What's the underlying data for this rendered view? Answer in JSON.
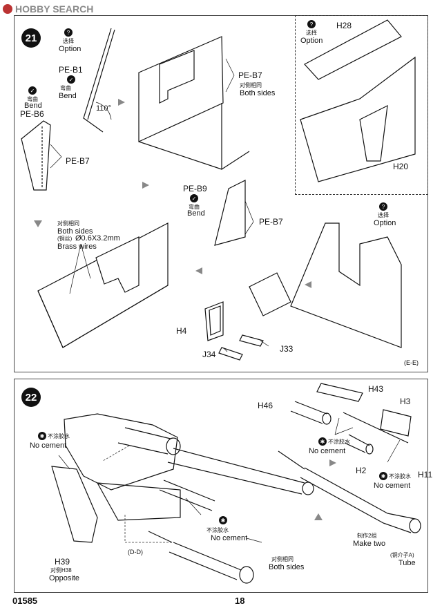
{
  "header": {
    "brand": "HOBBY SEARCH"
  },
  "steps": [
    {
      "number": "21",
      "labels": {
        "option_zh_1": "选择",
        "option_1": "Option",
        "pe_b1": "PE-B1",
        "bend_zh_1": "弯曲",
        "bend_1": "Bend",
        "angle": "110°",
        "bend_zh_2": "弯曲",
        "bend_2": "Bend",
        "pe_b6": "PE-B6",
        "pe_b7_a": "PE-B7",
        "pe_b7_b": "PE-B7",
        "both_zh_1": "对侧相同",
        "both_1": "Both sides",
        "h28": "H28",
        "option_zh_2": "选择",
        "option_2": "Option",
        "h20": "H20",
        "pe_b9": "PE-B9",
        "bend_zh_3": "弯曲",
        "bend_3": "Bend",
        "pe_b7_c": "PE-B7",
        "option_zh_3": "选择",
        "option_3": "Option",
        "both_zh_2": "对侧相同",
        "both_2": "Both sides",
        "brass_zh": "(铜丝)",
        "brass_size": "Ø0.6X3.2mm",
        "brass": "Brass wires",
        "h4": "H4",
        "j33": "J33",
        "j34": "J34",
        "ee": "(E-E)"
      }
    },
    {
      "number": "22",
      "labels": {
        "h43": "H43",
        "h46": "H46",
        "h3": "H3",
        "nocement_zh_1": "不涂胶水",
        "nocement_1": "No cement",
        "nocement_zh_2": "不涂胶水",
        "nocement_2": "No cement",
        "h2": "H2",
        "h11": "H11",
        "nocement_zh_3": "不涂胶水",
        "nocement_3": "No cement",
        "nocement_zh_4": "不涂胶水",
        "nocement_4": "No cement",
        "dd": "(D-D)",
        "make_zh": "制作2组",
        "make": "Make two",
        "tube_zh": "(铜介子A)",
        "tube": "Tube",
        "h39": "H39",
        "opp_zh": "对侧H38",
        "opposite": "Opposite",
        "both_zh": "对侧相同",
        "both": "Both sides"
      }
    }
  ],
  "footer": {
    "code": "01585",
    "page": "18"
  }
}
